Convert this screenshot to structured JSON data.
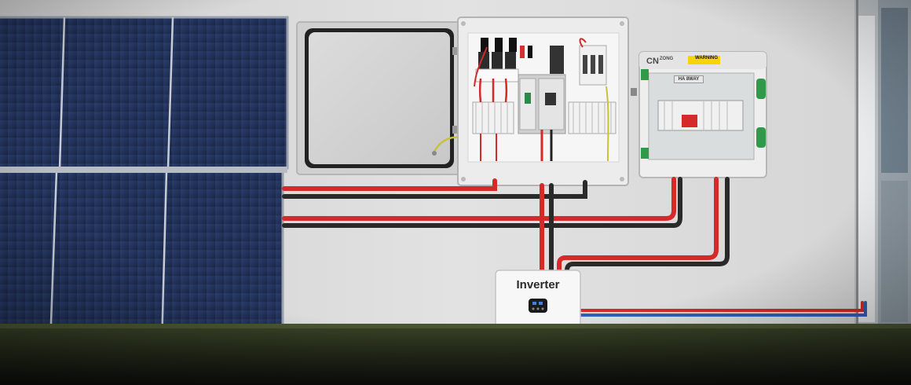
{
  "scene": {
    "inverter": {
      "label": "Inverter"
    },
    "combiner_box": {
      "brand": "CN",
      "brand_sub": "ZONG",
      "warning": "WARNING",
      "breaker_label": "HA 8WAY"
    }
  },
  "colors": {
    "wall": "#d9d9d9",
    "panel_blue": "#1e2f55",
    "cable_red": "#d42a2a",
    "cable_black": "#2a2a2a",
    "grass": "#2f3a22",
    "enclosure": "#e6e6e6"
  }
}
